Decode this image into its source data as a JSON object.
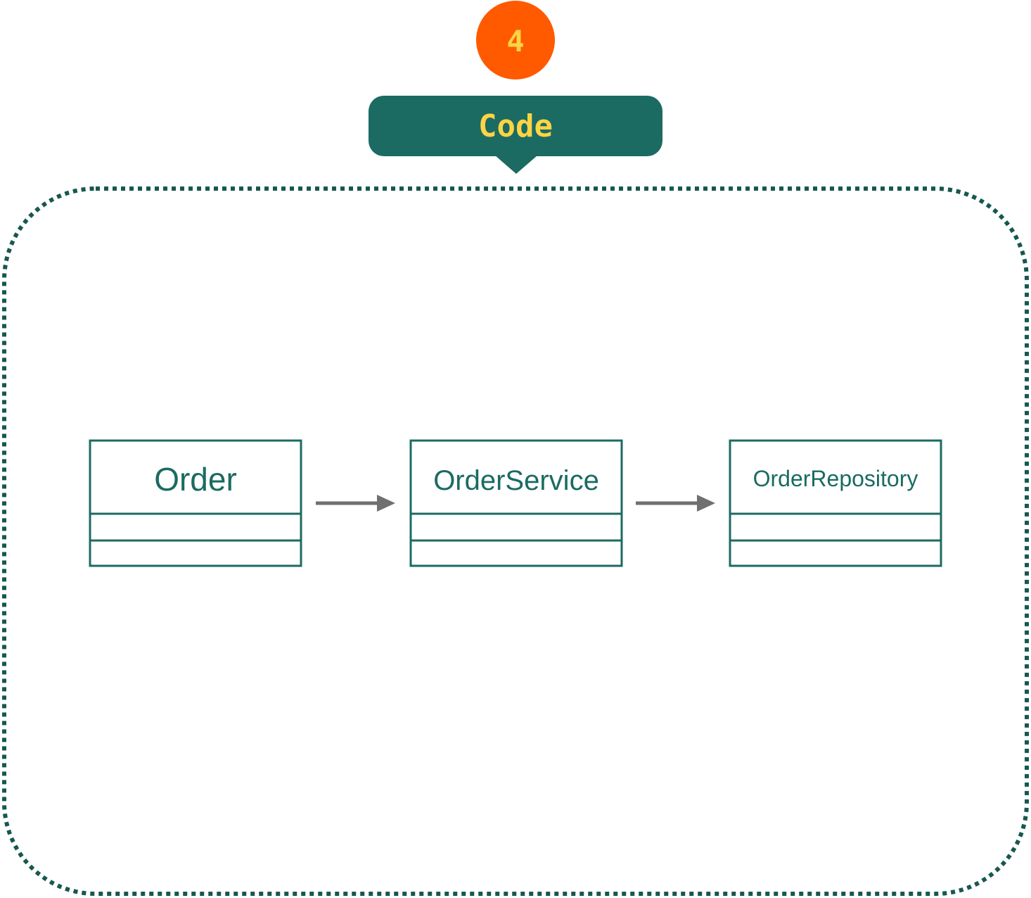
{
  "step_badge": "4",
  "title_label": "Code",
  "classes": [
    {
      "name": "Order"
    },
    {
      "name": "OrderService"
    },
    {
      "name": "OrderRepository"
    }
  ],
  "colors": {
    "primary": "#1b6b62",
    "badge": "#ff5a00",
    "label_text": "#fdd444",
    "arrow": "#707070",
    "border": "#17584e"
  }
}
